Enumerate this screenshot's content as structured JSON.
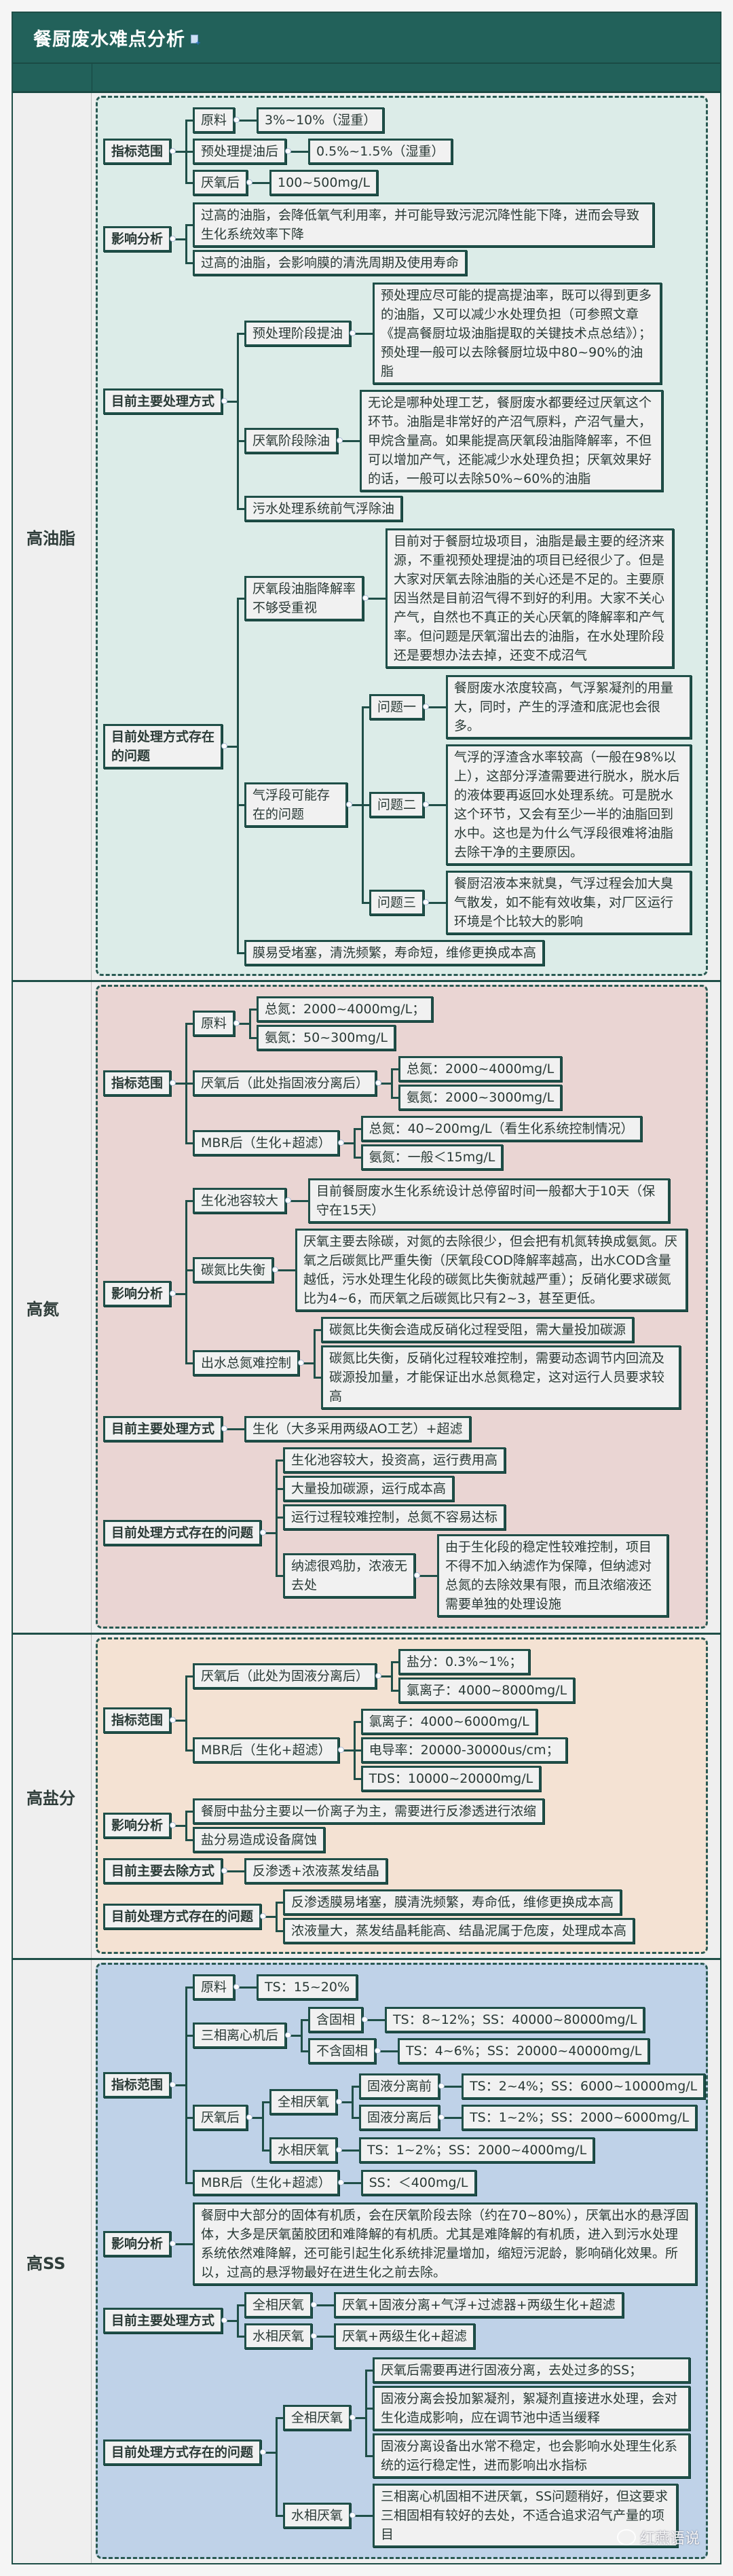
{
  "title": "餐厨废水难点分析",
  "watermark": "红燕语说",
  "sections": [
    {
      "label": "高油脂",
      "color": "#dcece8",
      "tree": [
        {
          "t": "指标范围",
          "c": [
            {
              "t": "原料",
              "c": [
                {
                  "t": "3%~10%（湿重）"
                }
              ]
            },
            {
              "t": "预处理提油后",
              "c": [
                {
                  "t": "0.5%~1.5%（湿重）"
                }
              ]
            },
            {
              "t": "厌氧后",
              "c": [
                {
                  "t": "100~500mg/L"
                }
              ]
            }
          ]
        },
        {
          "t": "影响分析",
          "c": [
            {
              "t": "过高的油脂，会降低氧气利用率，并可能导致污泥沉降性能下降，进而会导致生化系统效率下降"
            },
            {
              "t": "过高的油脂，会影响膜的清洗周期及使用寿命"
            }
          ]
        },
        {
          "t": "目前主要处理方式",
          "c": [
            {
              "t": "预处理阶段提油",
              "c": [
                {
                  "t": "预处理应尽可能的提高提油率，既可以得到更多的油脂，又可以减少水处理负担（可参照文章《提高餐厨垃圾油脂提取的关键技术点总结》）；预处理一般可以去除餐厨垃圾中80~90%的油脂"
                }
              ]
            },
            {
              "t": "厌氧阶段除油",
              "c": [
                {
                  "t": "无论是哪种处理工艺，餐厨废水都要经过厌氧这个环节。油脂是非常好的产沼气原料，产沼气量大，甲烷含量高。如果能提高厌氧段油脂降解率，不但可以增加产气，还能减少水处理负担；厌氧效果好的话，一般可以去除50%~60%的油脂"
                }
              ]
            },
            {
              "t": "污水处理系统前气浮除油"
            }
          ]
        },
        {
          "t": "目前处理方式存在的问题",
          "c": [
            {
              "t": "厌氧段油脂降解率不够受重视",
              "c": [
                {
                  "t": "目前对于餐厨垃圾项目，油脂是最主要的经济来源，不重视预处理提油的项目已经很少了。但是大家对厌氧去除油脂的关心还是不足的。主要原因当然是目前沼气得不到好的利用。大家不关心产气，自然也不真正的关心厌氧的降解率和产气率。但问题是厌氧溜出去的油脂，在水处理阶段还是要想办法去掉，还变不成沼气"
                }
              ]
            },
            {
              "t": "气浮段可能存在的问题",
              "c": [
                {
                  "t": "问题一",
                  "c": [
                    {
                      "t": "餐厨废水浓度较高，气浮絮凝剂的用量大，同时，产生的浮渣和底泥也会很多。"
                    }
                  ]
                },
                {
                  "t": "问题二",
                  "c": [
                    {
                      "t": "气浮的浮渣含水率较高（一般在98%以上），这部分浮渣需要进行脱水，脱水后的液体要再返回水处理系统。可是脱水这个环节，又会有至少一半的油脂回到水中。这也是为什么气浮段很难将油脂去除干净的主要原因。"
                    }
                  ]
                },
                {
                  "t": "问题三",
                  "c": [
                    {
                      "t": "餐厨沼液本来就臭，气浮过程会加大臭气散发，如不能有效收集，对厂区运行环境是个比较大的影响"
                    }
                  ]
                }
              ]
            },
            {
              "t": "膜易受堵塞，清洗频繁，寿命短，维修更换成本高"
            }
          ]
        }
      ]
    },
    {
      "label": "高氮",
      "color": "#ead5d3",
      "tree": [
        {
          "t": "指标范围",
          "c": [
            {
              "t": "原料",
              "c": [
                {
                  "t": "总氮：2000~4000mg/L；"
                },
                {
                  "t": "氨氮：50~300mg/L"
                }
              ]
            },
            {
              "t": "厌氧后（此处指固液分离后）",
              "c": [
                {
                  "t": "总氮：2000~4000mg/L"
                },
                {
                  "t": "氨氮：2000~3000mg/L"
                }
              ]
            },
            {
              "t": "MBR后（生化+超滤）",
              "c": [
                {
                  "t": "总氮：40~200mg/L（看生化系统控制情况）"
                },
                {
                  "t": "氨氮：一般＜15mg/L"
                }
              ]
            }
          ]
        },
        {
          "t": "影响分析",
          "c": [
            {
              "t": "生化池容较大",
              "c": [
                {
                  "t": "目前餐厨废水生化系统设计总停留时间一般都大于10天（保守在15天）"
                }
              ]
            },
            {
              "t": "碳氮比失衡",
              "c": [
                {
                  "t": "厌氧主要去除碳，对氮的去除很少，但会把有机氮转换成氨氮。厌氧之后碳氮比严重失衡（厌氧段COD降解率越高，出水COD含量越低，污水处理生化段的碳氮比失衡就越严重）；反硝化要求碳氮比为4~6，而厌氧之后碳氮比只有2~3，甚至更低。"
                }
              ]
            },
            {
              "t": "出水总氮难控制",
              "c": [
                {
                  "t": "碳氮比失衡会造成反硝化过程受阻，需大量投加碳源"
                },
                {
                  "t": "碳氮比失衡，反硝化过程较难控制，需要动态调节内回流及碳源投加量，才能保证出水总氮稳定，这对运行人员要求较高"
                }
              ]
            }
          ]
        },
        {
          "t": "目前主要处理方式",
          "c": [
            {
              "t": "生化（大多采用两级AO工艺）+超滤"
            }
          ]
        },
        {
          "t": "目前处理方式存在的问题",
          "c": [
            {
              "t": "生化池容较大，投资高，运行费用高"
            },
            {
              "t": "大量投加碳源，运行成本高"
            },
            {
              "t": "运行过程较难控制，总氮不容易达标"
            },
            {
              "t": "纳滤很鸡肋，浓液无去处",
              "c": [
                {
                  "t": "由于生化段的稳定性较难控制，项目不得不加入纳滤作为保障，但纳滤对总氮的去除效果有限，而且浓缩液还需要单独的处理设施"
                }
              ]
            }
          ]
        }
      ]
    },
    {
      "label": "高盐分",
      "color": "#f4e2d3",
      "tree": [
        {
          "t": "指标范围",
          "c": [
            {
              "t": "厌氧后（此处为固液分离后）",
              "c": [
                {
                  "t": "盐分：0.3%~1%；"
                },
                {
                  "t": "氯离子：4000~8000mg/L"
                }
              ]
            },
            {
              "t": "MBR后（生化+超滤）",
              "c": [
                {
                  "t": "氯离子：4000~6000mg/L"
                },
                {
                  "t": "电导率：20000-30000us/cm；"
                },
                {
                  "t": "TDS：10000~20000mg/L"
                }
              ]
            }
          ]
        },
        {
          "t": "影响分析",
          "c": [
            {
              "t": "餐厨中盐分主要以一价离子为主，需要进行反渗透进行浓缩"
            },
            {
              "t": "盐分易造成设备腐蚀"
            }
          ]
        },
        {
          "t": "目前主要去除方式",
          "c": [
            {
              "t": "反渗透+浓液蒸发结晶"
            }
          ]
        },
        {
          "t": "目前处理方式存在的问题",
          "c": [
            {
              "t": "反渗透膜易堵塞，膜清洗频繁，寿命低，维修更换成本高"
            },
            {
              "t": "浓液量大，蒸发结晶耗能高、结晶泥属于危废，处理成本高"
            }
          ]
        }
      ]
    },
    {
      "label": "高SS",
      "color": "#bfd2e8",
      "tree": [
        {
          "t": "指标范围",
          "c": [
            {
              "t": "原料",
              "c": [
                {
                  "t": "TS：15~20%"
                }
              ]
            },
            {
              "t": "三相离心机后",
              "c": [
                {
                  "t": "含固相",
                  "c": [
                    {
                      "t": "TS：8~12%；SS：40000~80000mg/L"
                    }
                  ]
                },
                {
                  "t": "不含固相",
                  "c": [
                    {
                      "t": "TS：4~6%；SS：20000~40000mg/L"
                    }
                  ]
                }
              ]
            },
            {
              "t": "厌氧后",
              "c": [
                {
                  "t": "全相厌氧",
                  "c": [
                    {
                      "t": "固液分离前",
                      "c": [
                        {
                          "t": "TS：2~4%；SS：6000~10000mg/L"
                        }
                      ]
                    },
                    {
                      "t": "固液分离后",
                      "c": [
                        {
                          "t": "TS：1~2%；SS：2000~6000mg/L"
                        }
                      ]
                    }
                  ]
                },
                {
                  "t": "水相厌氧",
                  "c": [
                    {
                      "t": "TS：1~2%；SS：2000~4000mg/L"
                    }
                  ]
                }
              ]
            },
            {
              "t": "MBR后（生化+超滤）",
              "c": [
                {
                  "t": "SS：＜400mg/L"
                }
              ]
            }
          ]
        },
        {
          "t": "影响分析",
          "c": [
            {
              "t": "餐厨中大部分的固体有机质，会在厌氧阶段去除（约在70~80%），厌氧出水的悬浮固体，大多是厌氧菌胶团和难降解的有机质。尤其是难降解的有机质，进入到污水处理系统依然难降解，还可能引起生化系统排泥量增加，缩短污泥龄，影响硝化效果。所以，过高的悬浮物最好在进生化之前去除。"
            }
          ]
        },
        {
          "t": "目前主要处理方式",
          "c": [
            {
              "t": "全相厌氧",
              "c": [
                {
                  "t": "厌氧+固液分离+气浮+过滤器+两级生化+超滤"
                }
              ]
            },
            {
              "t": "水相厌氧",
              "c": [
                {
                  "t": "厌氧+两级生化+超滤"
                }
              ]
            }
          ]
        },
        {
          "t": "目前处理方式存在的问题",
          "c": [
            {
              "t": "全相厌氧",
              "c": [
                {
                  "t": "厌氧后需要再进行固液分离，去处过多的SS；"
                },
                {
                  "t": "固液分离会投加絮凝剂，絮凝剂直接进水处理，会对生化造成影响，应在调节池中适当缓释"
                },
                {
                  "t": "固液分离设备出水常不稳定，也会影响水处理生化系统的运行稳定性，进而影响出水指标"
                }
              ]
            },
            {
              "t": "水相厌氧",
              "c": [
                {
                  "t": "三相离心机固相不进厌氧，SS问题稍好，但这要求三相固相有较好的去处，不适合追求沼气产量的项目"
                }
              ]
            }
          ]
        }
      ]
    }
  ]
}
